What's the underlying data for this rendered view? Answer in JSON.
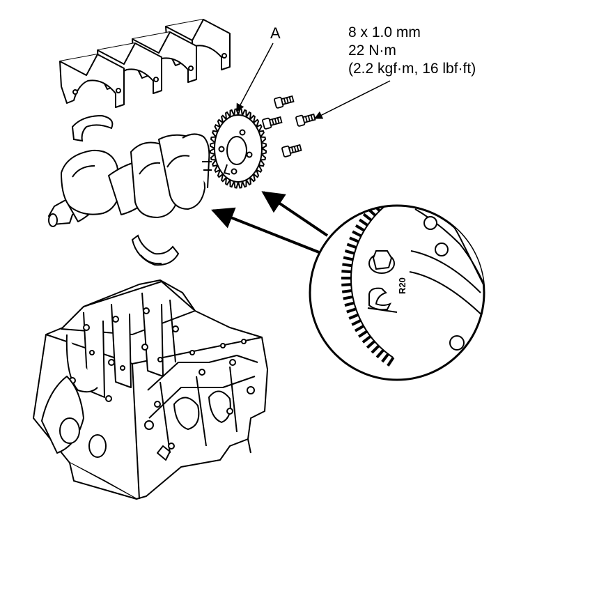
{
  "callout": {
    "label": "A"
  },
  "torque_spec": {
    "bolt_size": "8 x 1.0 mm",
    "torque_nm": "22 N·m",
    "torque_alt": "(2.2 kgf·m, 16 lbf·ft)"
  },
  "detail_view": {
    "stamp_text": "R20"
  },
  "colors": {
    "line": "#000000",
    "background": "#ffffff"
  }
}
